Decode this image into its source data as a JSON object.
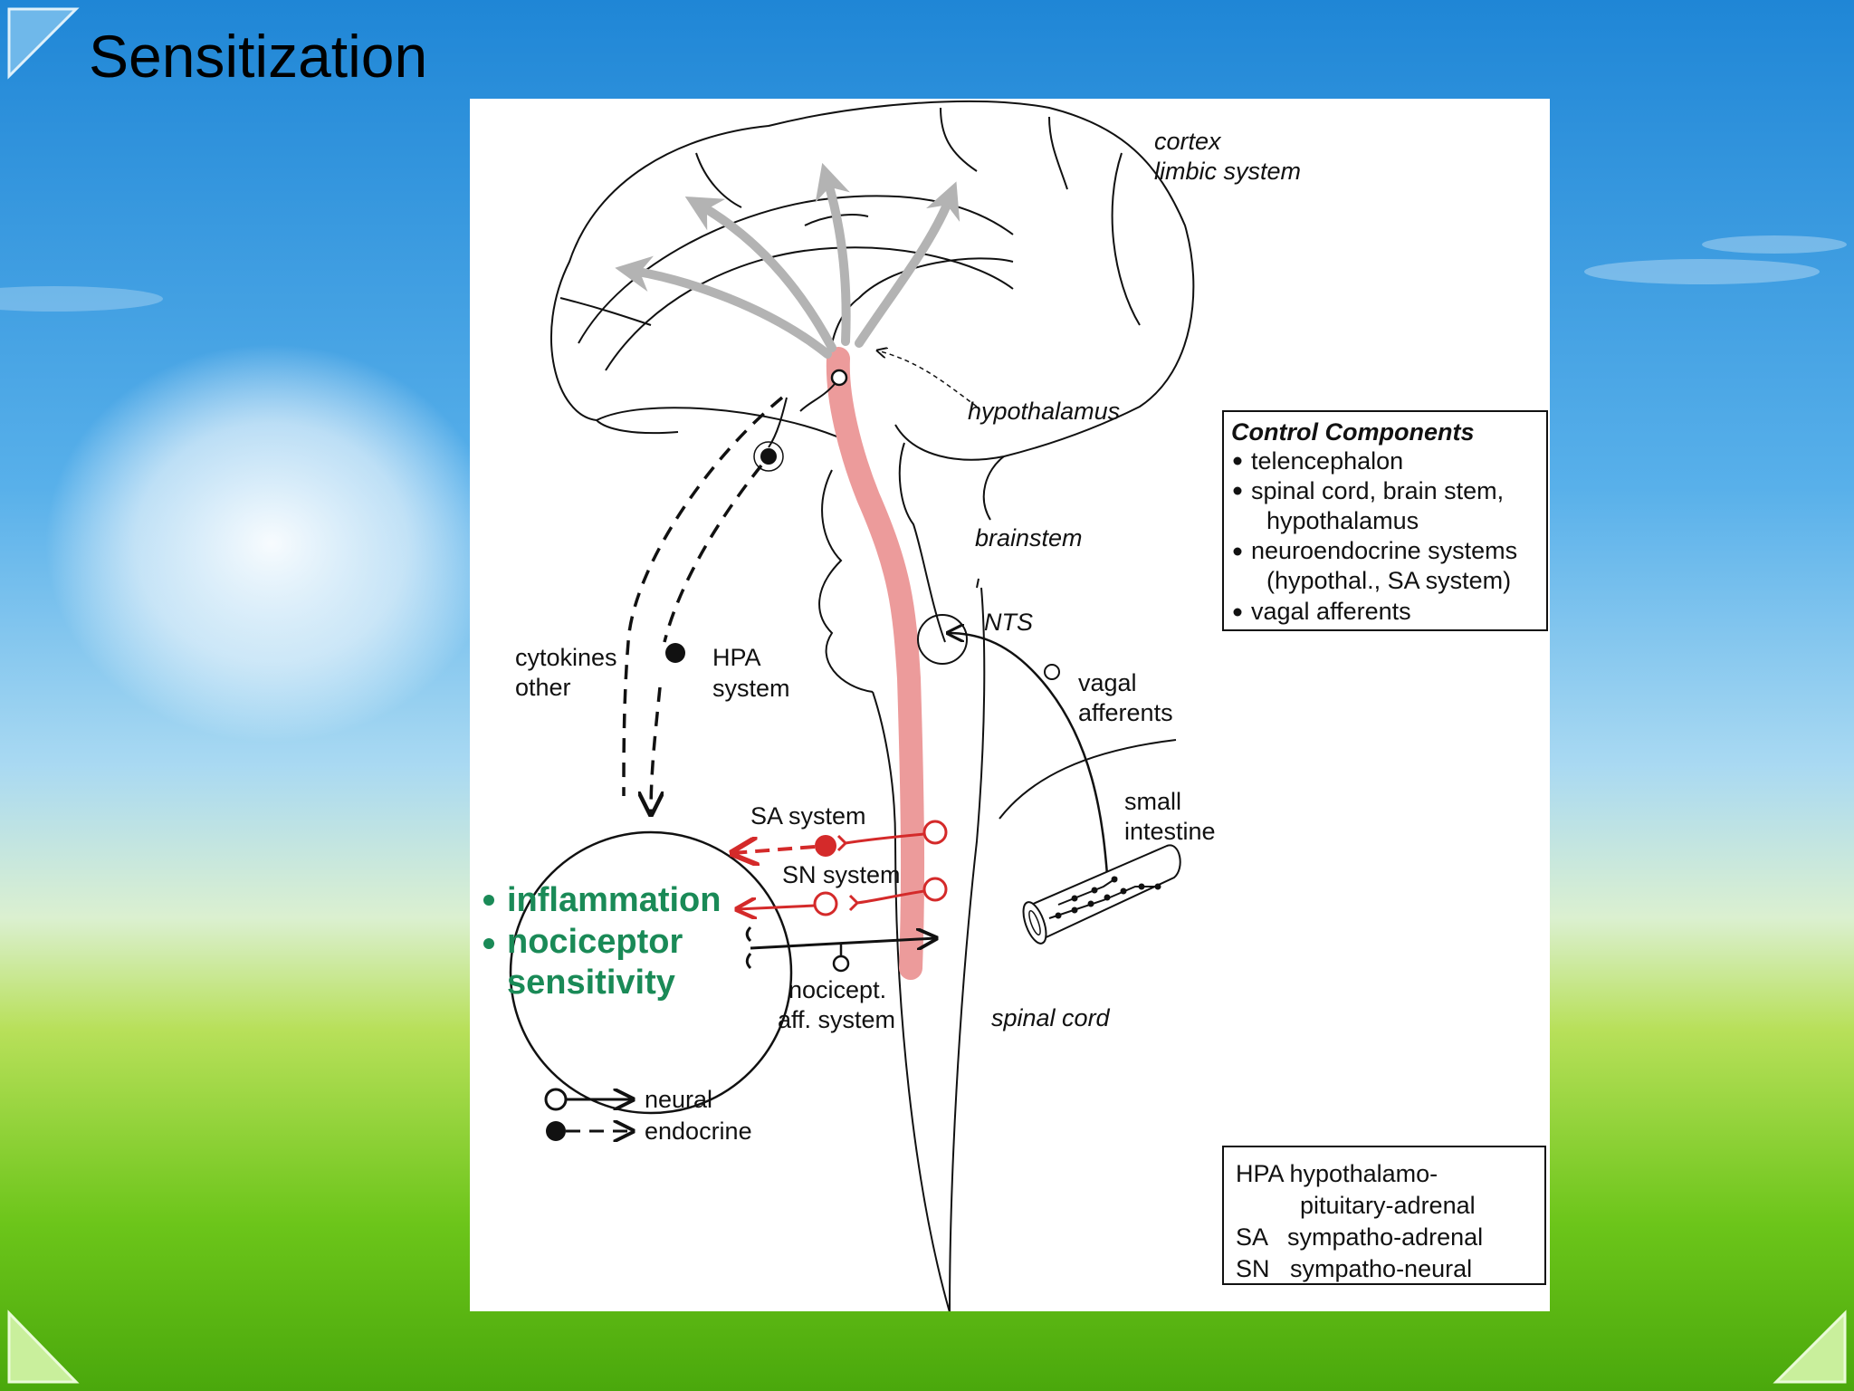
{
  "slide": {
    "title": "Sensitization"
  },
  "diagram": {
    "labels": {
      "cortex": "cortex",
      "limbic": "limbic system",
      "hypothalamus": "hypothalamus",
      "brainstem": "brainstem",
      "nts": "NTS",
      "cytokines": "cytokines",
      "other": "other",
      "hpa1": "HPA",
      "hpa2": "system",
      "vagal1": "vagal",
      "vagal2": "afferents",
      "intestine1": "small",
      "intestine2": "intestine",
      "sa_system": "SA system",
      "sn_system": "SN system",
      "nocicept1": "nocicept.",
      "nocicept2": "aff. system",
      "spinal_cord": "spinal cord",
      "inflammation": "inflammation",
      "nociceptor": "nociceptor",
      "sensitivity": "sensitivity"
    },
    "legend": {
      "neural": "neural",
      "endocrine": "endocrine"
    },
    "control_box": {
      "title": "Control Components",
      "items": [
        "telencephalon",
        "spinal cord, brain stem,",
        "hypothalamus",
        "neuroendocrine systems",
        "(hypothal., SA system)",
        "vagal afferents"
      ]
    },
    "abbrev_box": {
      "rows": [
        "HPA hypothalamo-",
        "pituitary-adrenal",
        "SA   sympatho-adrenal",
        "SN   sympatho-neural"
      ]
    },
    "colors": {
      "cord_fill": "#ec9b9b",
      "red": "#d42a2a",
      "green": "#1a8a57",
      "gray_arrow": "#b3b3b3"
    }
  }
}
